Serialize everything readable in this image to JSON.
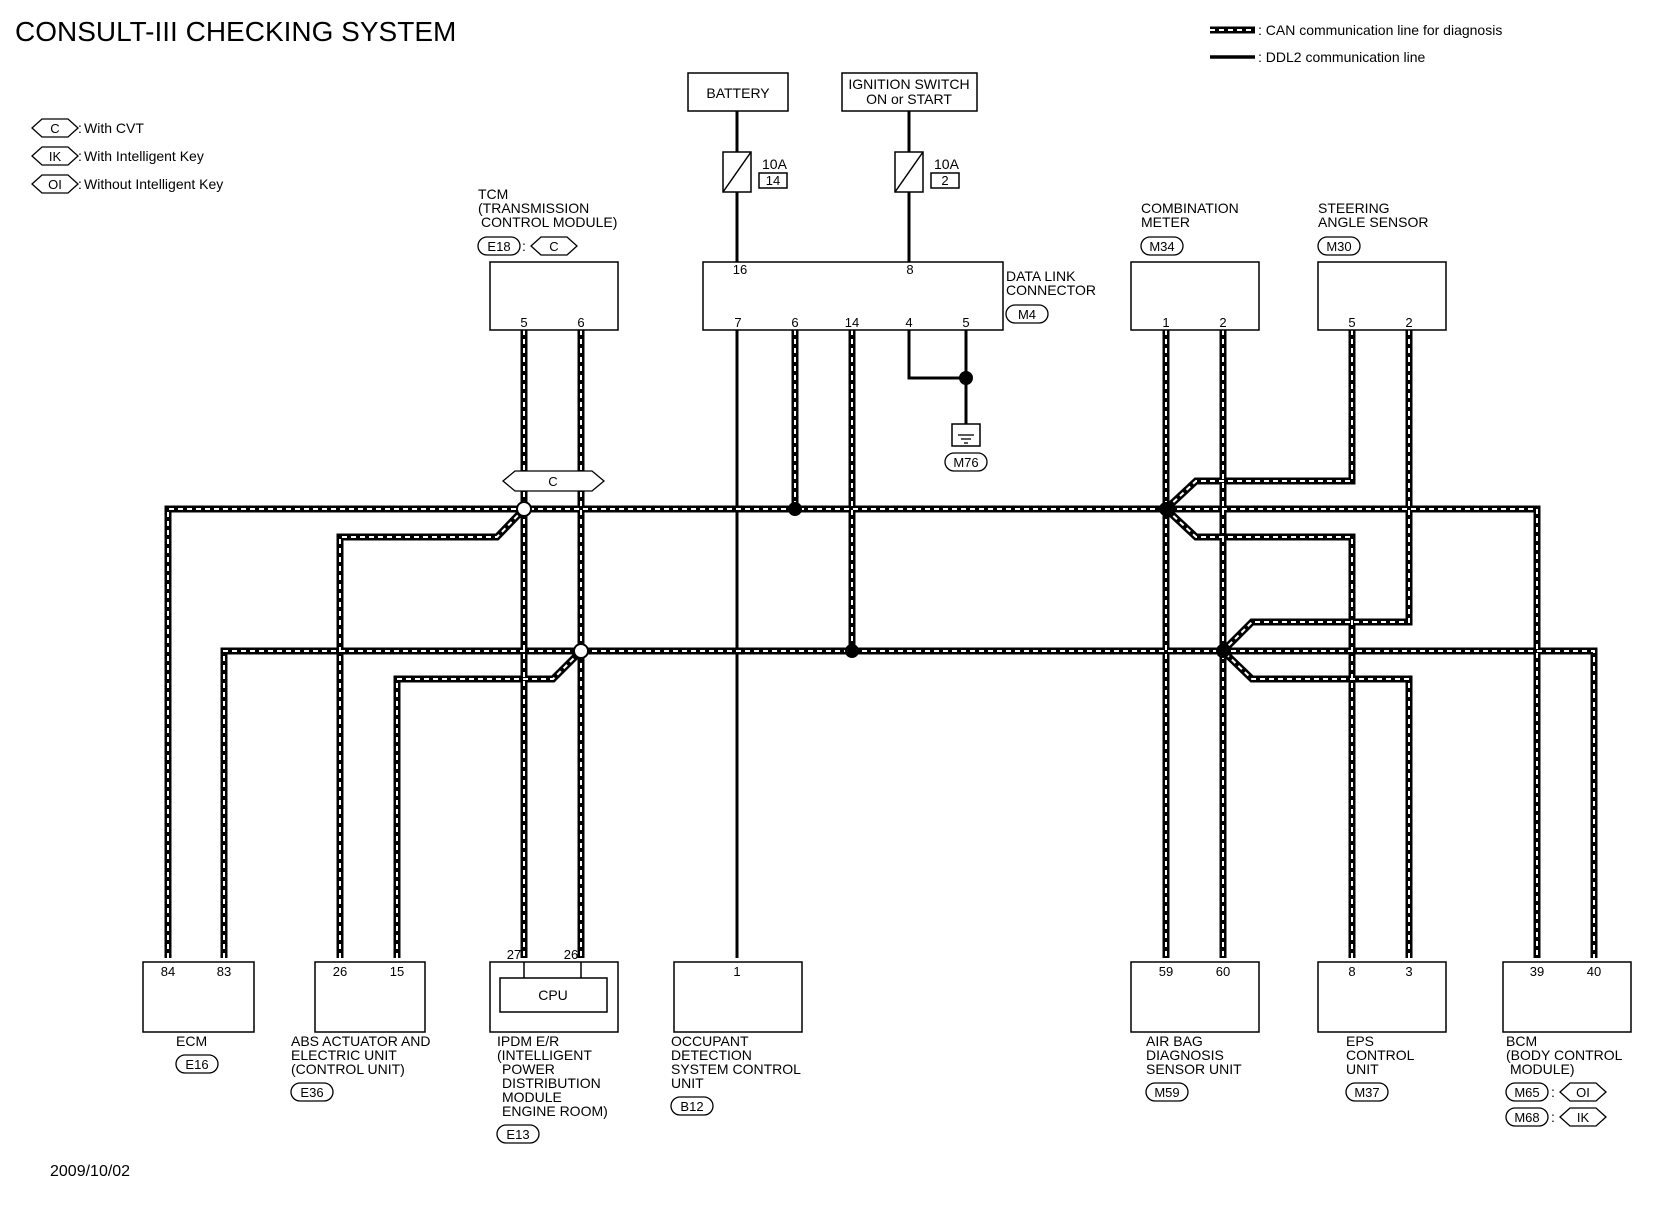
{
  "title": "CONSULT-III CHECKING SYSTEM",
  "date": "2009/10/02",
  "legend": {
    "can": "CAN communication line for diagnosis",
    "ddl2": "DDL2 communication line",
    "codes": [
      {
        "code": "C",
        "label": "With CVT"
      },
      {
        "code": "IK",
        "label": "With Intelligent Key"
      },
      {
        "code": "OI",
        "label": "Without Intelligent Key"
      }
    ]
  },
  "battery": "BATTERY",
  "ignition": [
    "IGNITION SWITCH",
    "ON or START"
  ],
  "fuses": [
    {
      "rating": "10A",
      "number": "14"
    },
    {
      "rating": "10A",
      "number": "2"
    }
  ],
  "tcm": {
    "lines": [
      "TCM",
      "(TRANSMISSION",
      "CONTROL MODULE)"
    ],
    "connector": "E18",
    "condition": "C",
    "pins": [
      "5",
      "6"
    ]
  },
  "dlc": {
    "lines": [
      "DATA LINK",
      "CONNECTOR"
    ],
    "connector": "M4",
    "top_pins": [
      "16",
      "8"
    ],
    "bottom_pins": [
      "7",
      "6",
      "14",
      "4",
      "5"
    ]
  },
  "ground": "M76",
  "combination_meter": {
    "lines": [
      "COMBINATION",
      "METER"
    ],
    "connector": "M34",
    "pins": [
      "1",
      "2"
    ]
  },
  "steering": {
    "lines": [
      "STEERING",
      "ANGLE SENSOR"
    ],
    "connector": "M30",
    "pins": [
      "5",
      "2"
    ]
  },
  "junction_label": "C",
  "ecm": {
    "lines": [
      "ECM"
    ],
    "connector": "E16",
    "pins": [
      "84",
      "83"
    ]
  },
  "abs": {
    "lines": [
      "ABS ACTUATOR AND",
      "ELECTRIC UNIT",
      "(CONTROL UNIT)"
    ],
    "connector": "E36",
    "pins": [
      "26",
      "15"
    ]
  },
  "ipdm": {
    "lines": [
      "IPDM E/R",
      "(INTELLIGENT",
      "POWER",
      "DISTRIBUTION",
      "MODULE",
      "ENGINE ROOM)"
    ],
    "connector": "E13",
    "pins": [
      "27",
      "26"
    ],
    "cpu": "CPU"
  },
  "occupant": {
    "lines": [
      "OCCUPANT",
      "DETECTION",
      "SYSTEM CONTROL",
      "UNIT"
    ],
    "connector": "B12",
    "pins": [
      "1"
    ]
  },
  "airbag": {
    "lines": [
      "AIR BAG",
      "DIAGNOSIS",
      "SENSOR UNIT"
    ],
    "connector": "M59",
    "pins": [
      "59",
      "60"
    ]
  },
  "eps": {
    "lines": [
      "EPS",
      "CONTROL",
      "UNIT"
    ],
    "connector": "M37",
    "pins": [
      "8",
      "3"
    ]
  },
  "bcm": {
    "lines": [
      "BCM",
      "(BODY CONTROL",
      "MODULE)"
    ],
    "connectors": [
      {
        "id": "M65",
        "condition": "OI"
      },
      {
        "id": "M68",
        "condition": "IK"
      }
    ],
    "pins": [
      "39",
      "40"
    ]
  }
}
